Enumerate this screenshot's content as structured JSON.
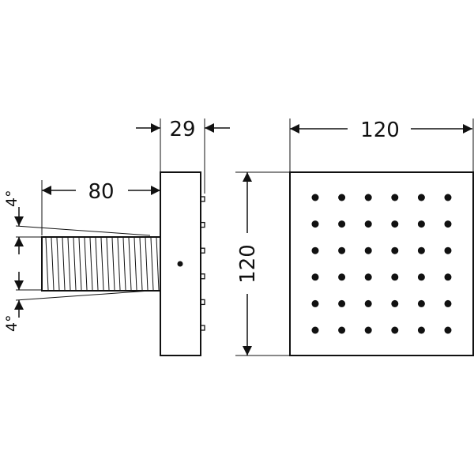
{
  "dimensions": {
    "side_depth": "29",
    "side_stem_length": "80",
    "front_width": "120",
    "front_height": "120",
    "angle_top": "4°",
    "angle_bottom": "4°"
  },
  "nozzle_grid": {
    "rows": 6,
    "columns": 6
  },
  "side_nozzles": {
    "count": 6
  },
  "colors": {
    "stroke": "#111111",
    "background": "#ffffff"
  }
}
